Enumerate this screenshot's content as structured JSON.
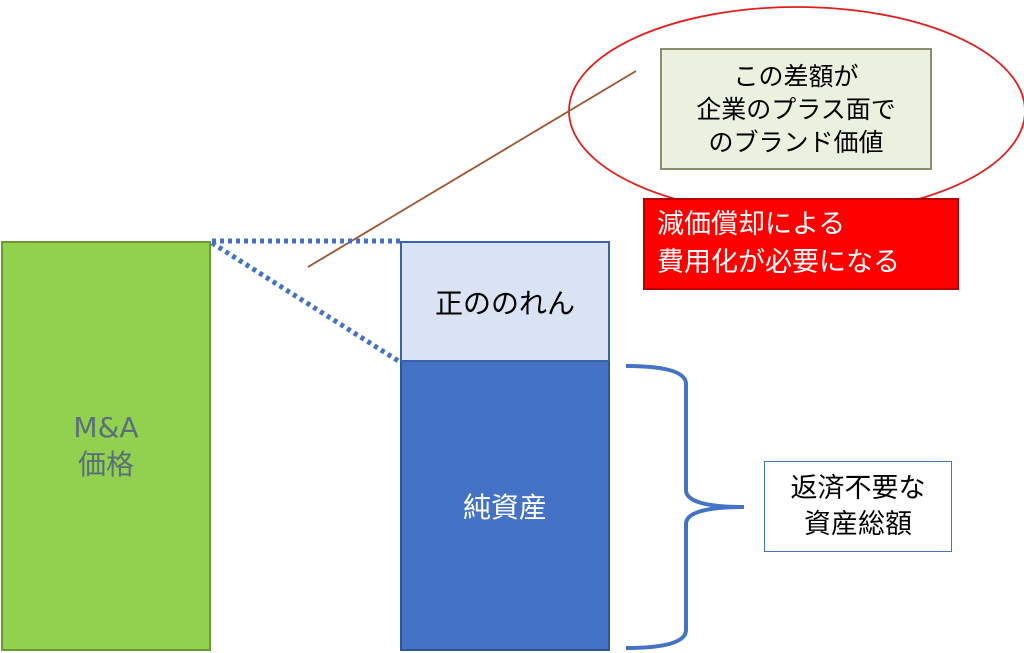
{
  "ma_block": {
    "line1": "M&A",
    "line2": "価格",
    "fill": "#92d050",
    "text_color": "#5a6f7a"
  },
  "goodwill_block": {
    "label": "正ののれん",
    "fill": "#dae3f3",
    "text_color": "#000000"
  },
  "net_assets_block": {
    "label": "純資産",
    "fill": "#4472c4",
    "text_color": "#ffffff"
  },
  "callout": {
    "lines": [
      "この差額が",
      "企業のプラス面で",
      "のブランド価値"
    ],
    "fill": "#ebf1de",
    "ellipse_color": "#e02020",
    "leader_color": "#a0522d"
  },
  "amortization_box": {
    "lines": [
      "減価償却による",
      "費用化が必要になる"
    ],
    "fill": "#ff0000",
    "text_color": "#ffffff"
  },
  "total_box": {
    "lines": [
      "返済不要な",
      "資産総額"
    ],
    "fill": "#ffffff",
    "text_color": "#000000"
  },
  "connector_color": "#4472c4",
  "brace_color": "#4472c4"
}
